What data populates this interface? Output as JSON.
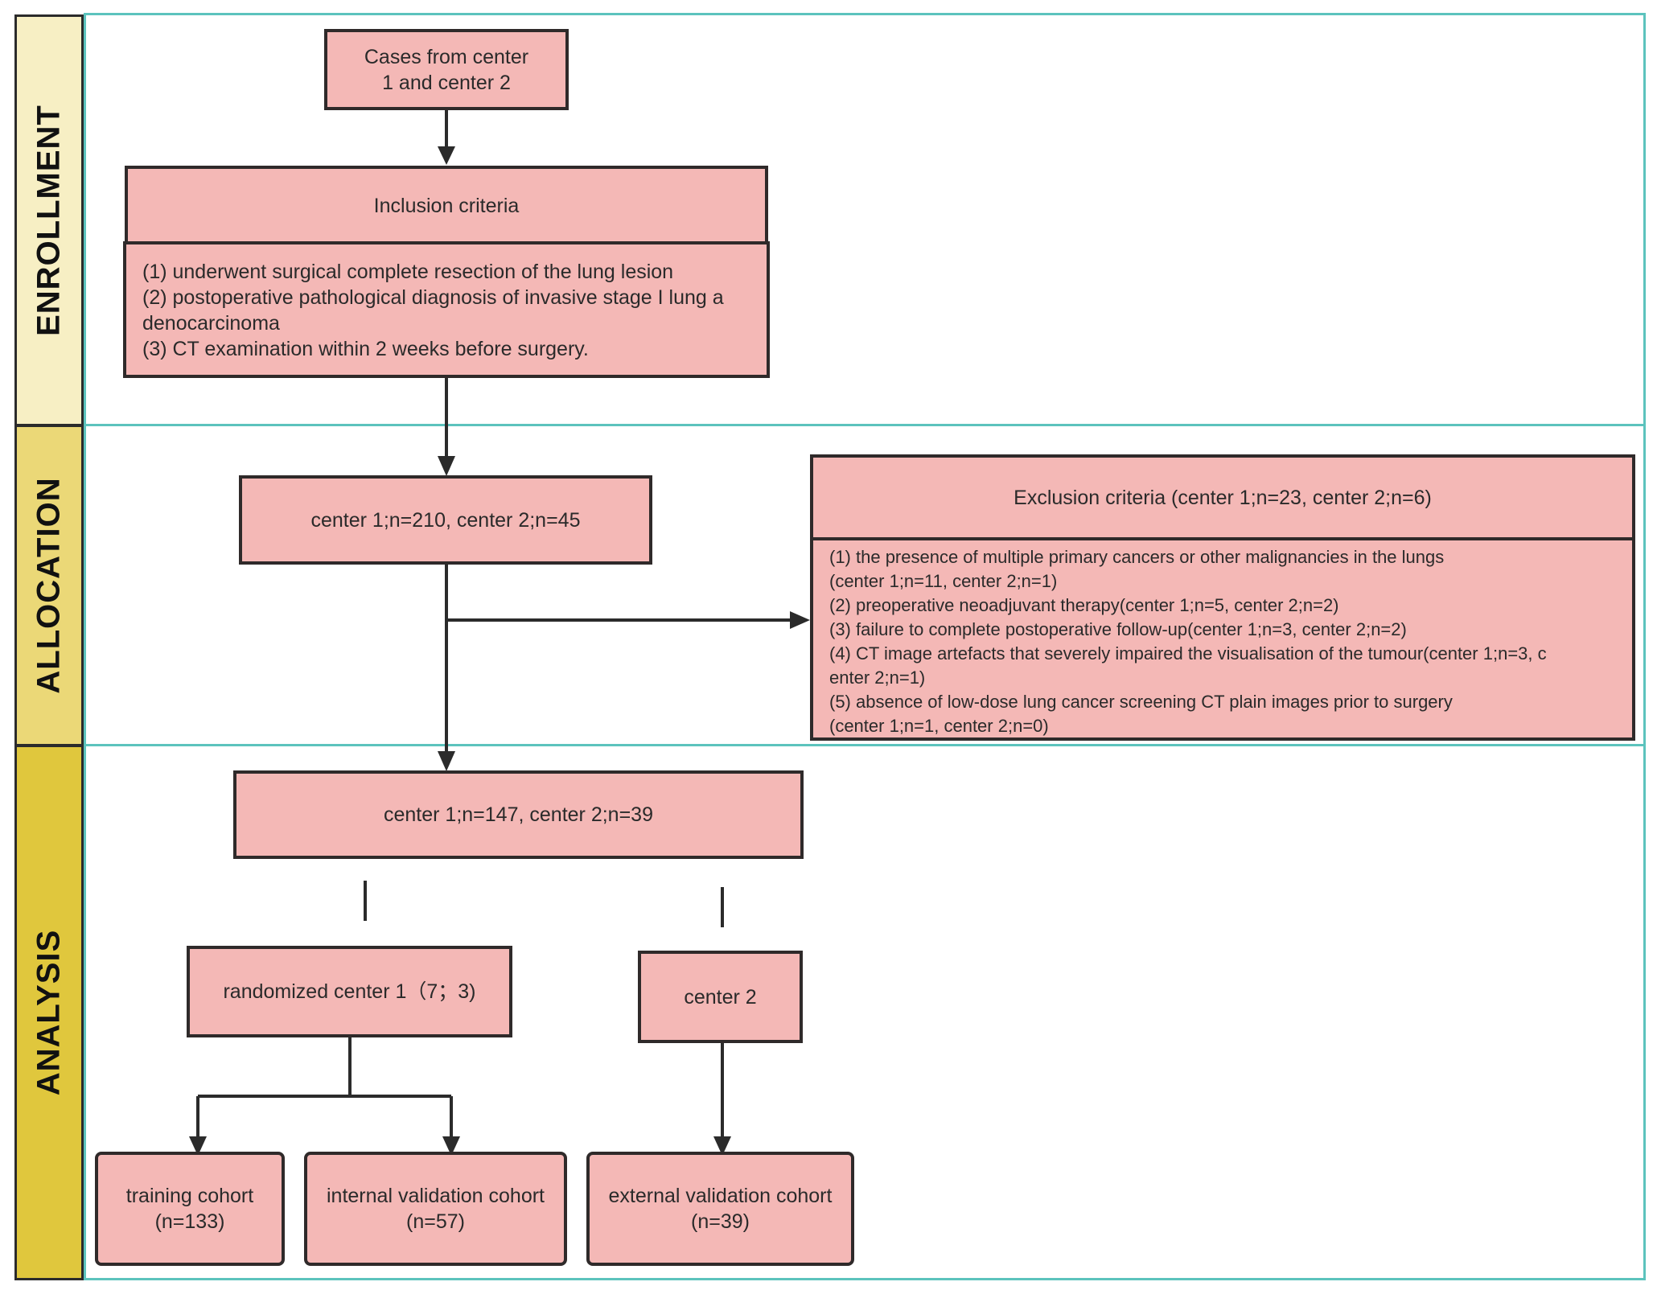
{
  "bands": {
    "enrollment": "ENROLLMENT",
    "allocation": "ALLOCATION",
    "analysis": "ANALYSIS"
  },
  "colors": {
    "enrollment_band": "#f7efc4",
    "allocation_band": "#ebd877",
    "analysis_band": "#e0c73d",
    "box_fill": "#f4b8b6",
    "section_border": "#5cc3bd"
  },
  "nodes": {
    "cases": [
      "Cases from center",
      "1 and center 2"
    ],
    "inclusion_title": "Inclusion criteria",
    "inclusion_items": [
      "(1) underwent surgical complete resection of the lung lesion",
      "(2) postoperative pathological diagnosis of invasive stage I lung a",
      "denocarcinoma",
      "(3) CT examination within 2 weeks before surgery."
    ],
    "allocated": "center 1;n=210, center 2;n=45",
    "exclusion_title": "Exclusion criteria (center 1;n=23, center 2;n=6)",
    "exclusion_items": [
      "(1) the presence of multiple primary cancers or other malignancies in the lungs",
      "(center 1;n=11, center 2;n=1)",
      "(2) preoperative neoadjuvant therapy(center 1;n=5, center 2;n=2)",
      "(3) failure to complete postoperative follow-up(center 1;n=3, center 2;n=2)",
      "(4) CT image artefacts that severely impaired the visualisation of the tumour(center 1;n=3, c",
      "enter 2;n=1)",
      "(5) absence of low-dose lung cancer screening CT plain images prior to surgery",
      "(center 1;n=1, center 2;n=0)"
    ],
    "analysis": "center 1;n=147, center 2;n=39",
    "randomized": "randomized center 1（7；3)",
    "center2": "center 2",
    "training": [
      "training cohort",
      "(n=133)"
    ],
    "internal": [
      "internal validation cohort",
      "(n=57)"
    ],
    "external": [
      "external validation cohort",
      "(n=39)"
    ]
  }
}
